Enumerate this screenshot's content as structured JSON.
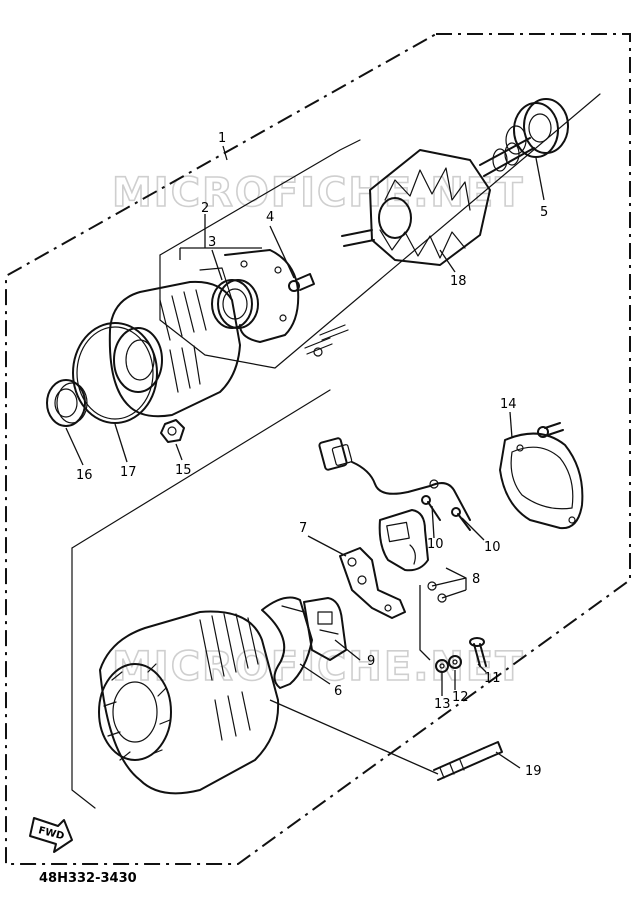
{
  "watermark": "MICROFICHE.NET",
  "drawing_number": "48H332-3430",
  "fwd_label": "FWD",
  "callouts": {
    "c1": "1",
    "c2": "2",
    "c3": "3",
    "c4": "4",
    "c5": "5",
    "c6": "6",
    "c7": "7",
    "c8": "8",
    "c9": "9",
    "c10a": "10",
    "c10b": "10",
    "c11": "11",
    "c12": "12",
    "c13": "13",
    "c14": "14",
    "c15": "15",
    "c16": "16",
    "c17": "17",
    "c18": "18",
    "c19": "19"
  }
}
